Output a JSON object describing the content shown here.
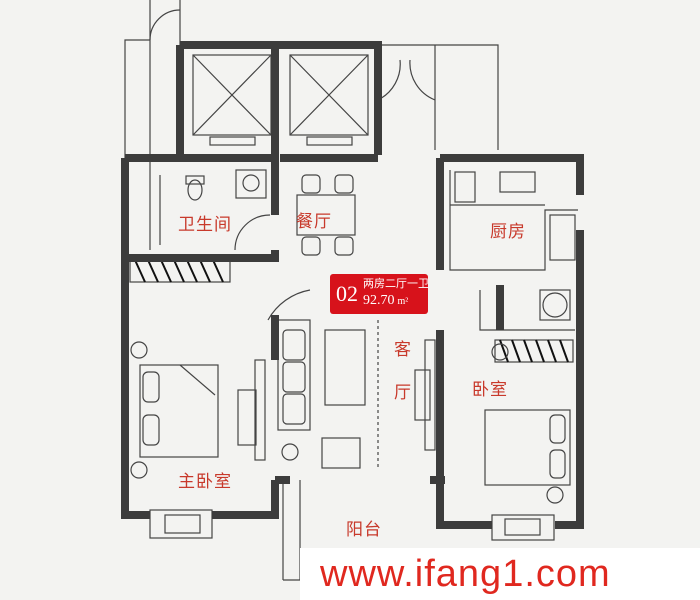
{
  "plan": {
    "unit_no": "02",
    "unit_type": "两房二厅一卫",
    "area": "92.70",
    "area_unit": "m²",
    "badge_color": "#d7121b",
    "label_color": "#c8392b"
  },
  "rooms": {
    "bathroom": "卫生间",
    "dining": "餐厅",
    "kitchen": "厨房",
    "living": "客厅",
    "master_bedroom": "主卧室",
    "bedroom": "卧室",
    "balcony": "阳台"
  },
  "watermark": "www.ifang1.com"
}
